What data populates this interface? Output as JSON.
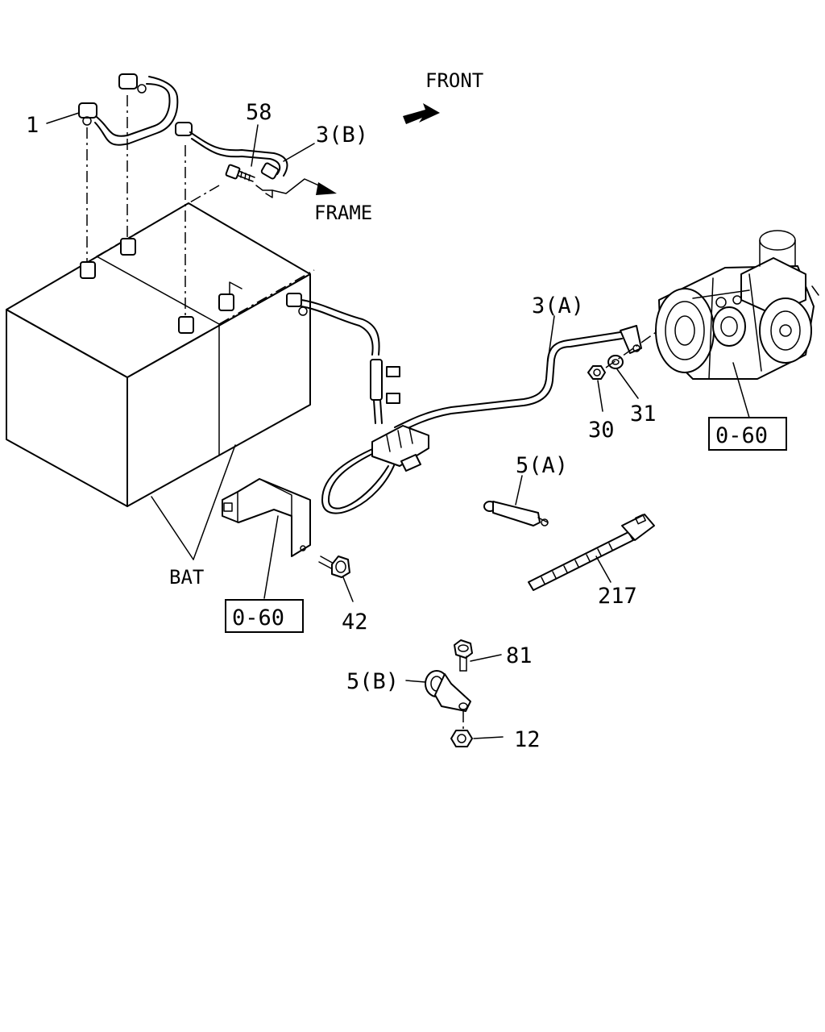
{
  "labels": {
    "part_1": "1",
    "part_58": "58",
    "part_3b": "3(B)",
    "front": "FRONT",
    "frame": "FRAME",
    "part_3a": "3(A)",
    "part_30": "30",
    "part_31": "31",
    "ref_starter": "0-60",
    "part_5a": "5(A)",
    "part_217": "217",
    "bat": "BAT",
    "ref_bracket": "0-60",
    "part_42": "42",
    "part_81": "81",
    "part_5b": "5(B)",
    "part_12": "12"
  }
}
